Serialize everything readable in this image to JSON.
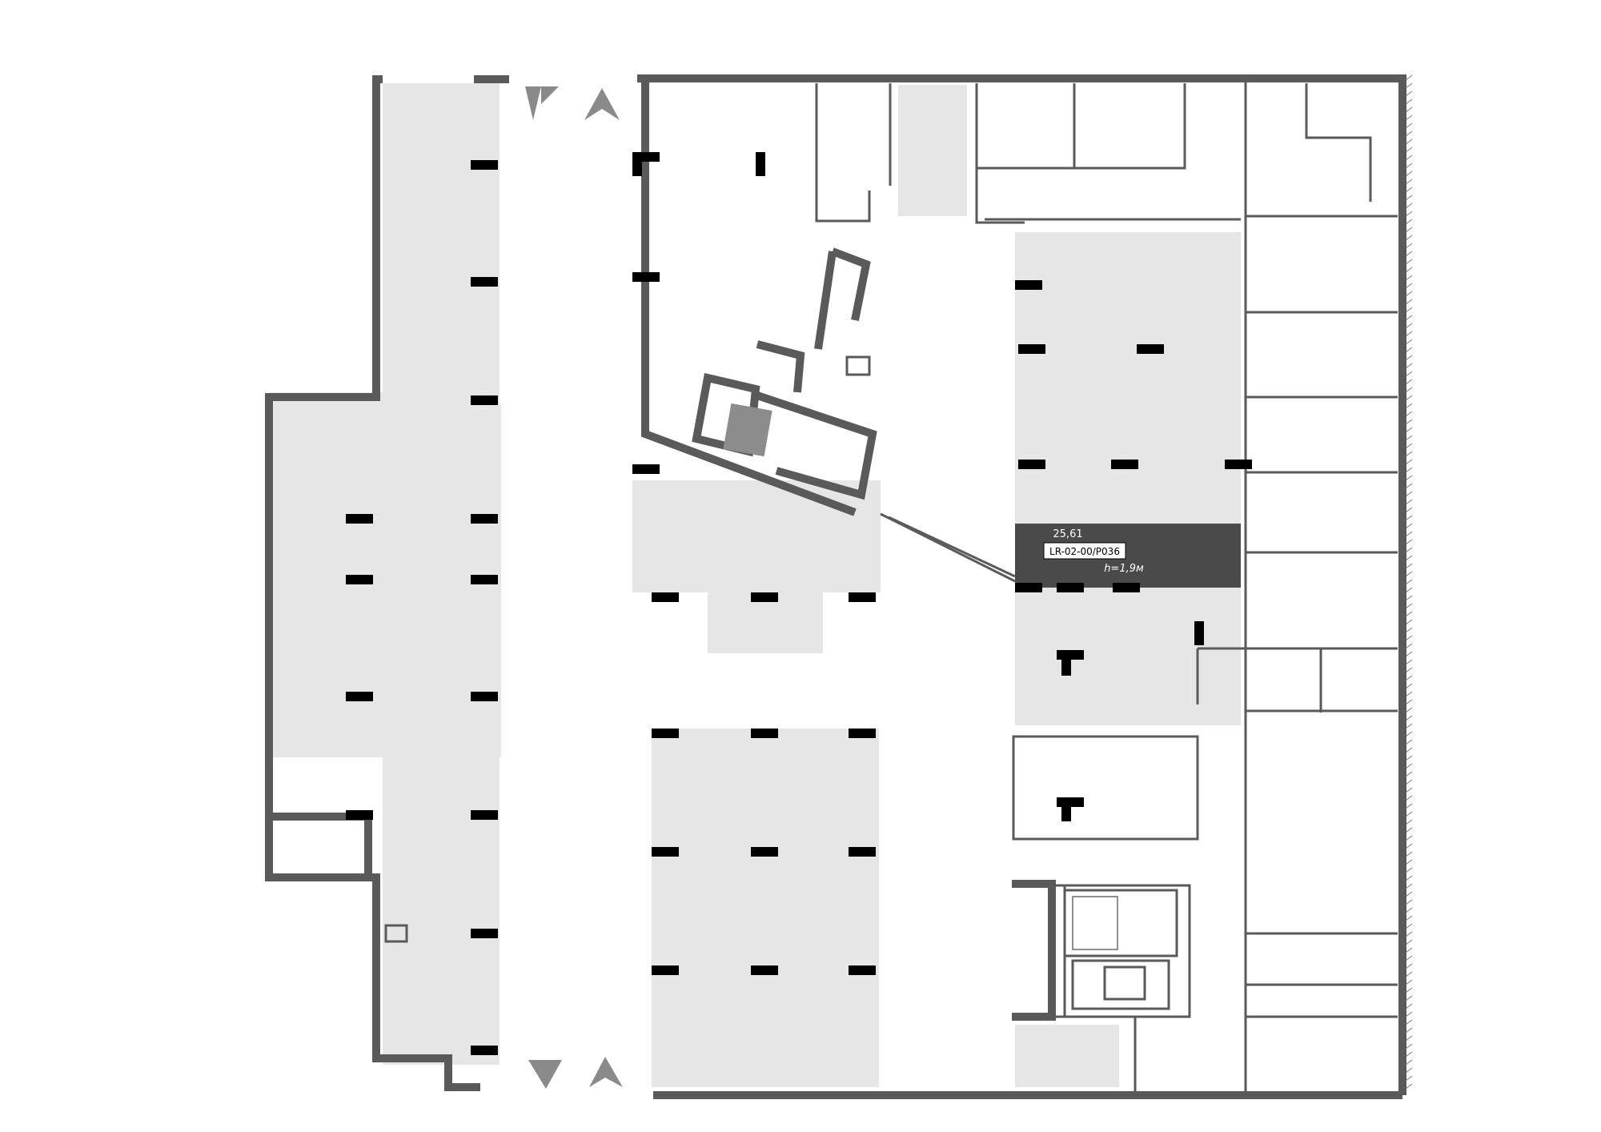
{
  "parking_space": {
    "area": "25,61",
    "code": "LR-02-00/P036",
    "height": "h=1,9м",
    "fill_color": "#4a4a4a"
  },
  "colors": {
    "wall": "#5a5a5a",
    "zone": "#e6e6e6",
    "column": "#000000",
    "arrow": "#8a8a8a"
  },
  "icons": [
    "direction-arrow-icon"
  ]
}
